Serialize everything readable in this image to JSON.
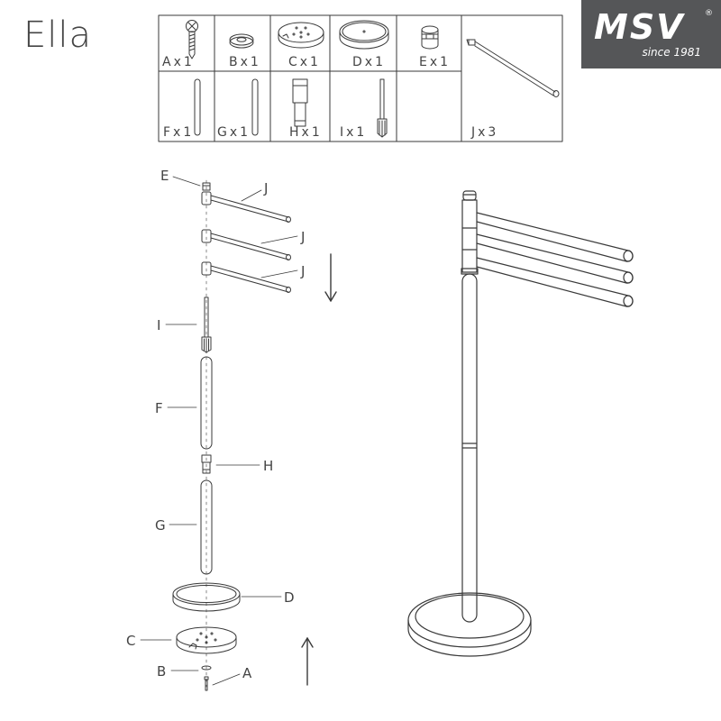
{
  "title": "Ella",
  "brand": {
    "name": "MSV",
    "registered": "®",
    "tagline": "since 1981"
  },
  "parts": [
    {
      "letter": "A",
      "label": "Ax1"
    },
    {
      "letter": "B",
      "label": "Bx1"
    },
    {
      "letter": "C",
      "label": "Cx1"
    },
    {
      "letter": "D",
      "label": "Dx1"
    },
    {
      "letter": "E",
      "label": "Ex1"
    },
    {
      "letter": "F",
      "label": "Fx1"
    },
    {
      "letter": "G",
      "label": "Gx1"
    },
    {
      "letter": "H",
      "label": "Hx1"
    },
    {
      "letter": "I",
      "label": "Ix1"
    },
    {
      "letter": "J",
      "label": "Jx3"
    }
  ],
  "callouts": {
    "E": "E",
    "J1": "J",
    "J2": "J",
    "J3": "J",
    "I": "I",
    "F": "F",
    "H": "H",
    "G": "G",
    "D": "D",
    "C": "C",
    "B": "B",
    "A": "A"
  },
  "colors": {
    "line": "#3a3a3a",
    "logo_bg": "#555658"
  }
}
